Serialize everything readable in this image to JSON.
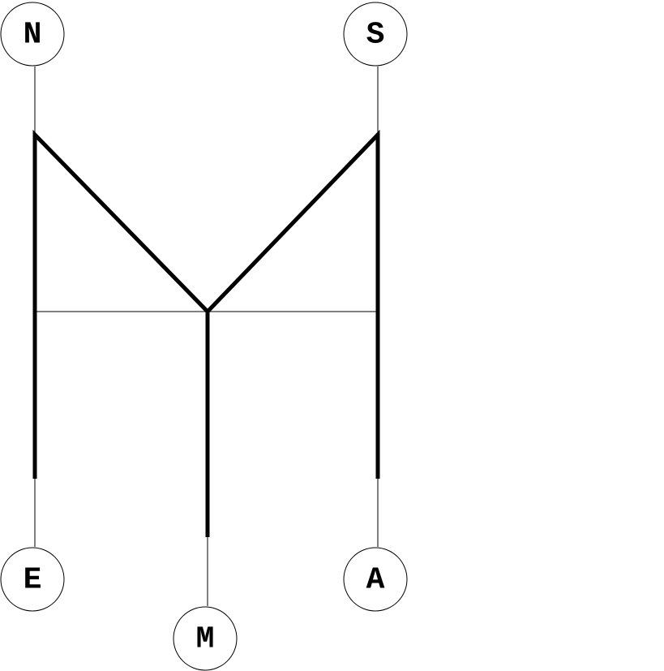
{
  "tree": {
    "leaves": [
      {
        "id": "N",
        "label": "N"
      },
      {
        "id": "S",
        "label": "S"
      },
      {
        "id": "E",
        "label": "E"
      },
      {
        "id": "M",
        "label": "M"
      },
      {
        "id": "A",
        "label": "A"
      }
    ],
    "line_color": "#000000",
    "node_fill": "#ffffff"
  }
}
